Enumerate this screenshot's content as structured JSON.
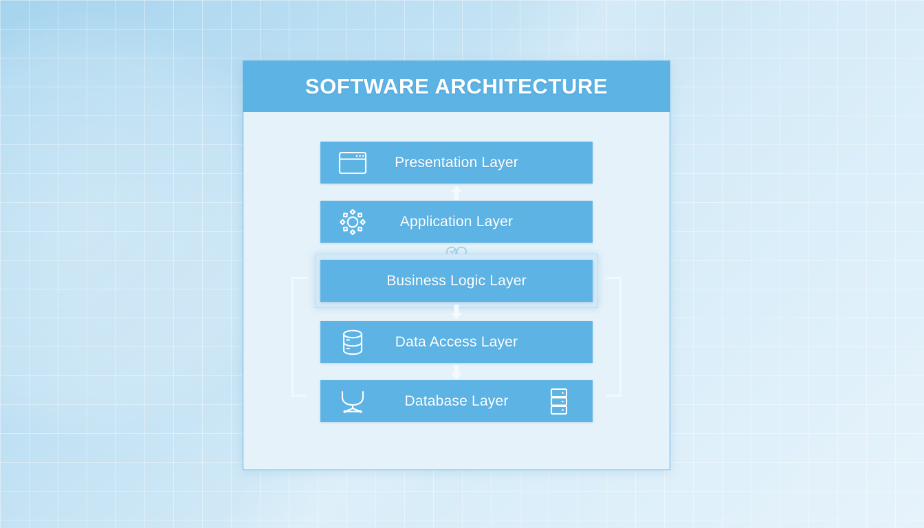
{
  "diagram": {
    "title": "SOFTWARE ARCHITECTURE",
    "colors": {
      "accent": "#5cb3e4",
      "panel_background": "#e6f2fa",
      "highlight": "#d3e9f8",
      "text_on_accent": "#ffffff",
      "bracket": "#f2f9fd",
      "page_background": "#bfe0f3"
    },
    "layers": [
      {
        "id": "presentation",
        "label": "Presentation Layer",
        "icon_left": "browser-window-icon",
        "icon_right": null,
        "highlighted": false
      },
      {
        "id": "application",
        "label": "Application Layer",
        "icon_left": "gear-icon",
        "icon_right": null,
        "highlighted": false
      },
      {
        "id": "business-logic",
        "label": "Business Logic Layer",
        "icon_left": null,
        "icon_right": null,
        "highlighted": true
      },
      {
        "id": "data-access",
        "label": "Data Access Layer",
        "icon_left": "database-cylinder-icon",
        "icon_right": null,
        "highlighted": false
      },
      {
        "id": "database",
        "label": "Database Layer",
        "icon_left": "network-hub-icon",
        "icon_right": "server-rack-icon",
        "highlighted": false
      }
    ],
    "connectors": [
      {
        "id": "presentation-application",
        "icon": "arrow-up-icon",
        "direction": "up"
      },
      {
        "id": "application-business",
        "icon": "infinity-loop-icon",
        "direction": "loop"
      },
      {
        "id": "business-data-access",
        "icon": "arrow-down-icon",
        "direction": "down"
      },
      {
        "id": "data-access-database",
        "icon": "arrow-down-icon",
        "direction": "down"
      }
    ],
    "brackets": [
      {
        "id": "left-bracket",
        "side": "left"
      },
      {
        "id": "right-bracket",
        "side": "right"
      }
    ]
  }
}
